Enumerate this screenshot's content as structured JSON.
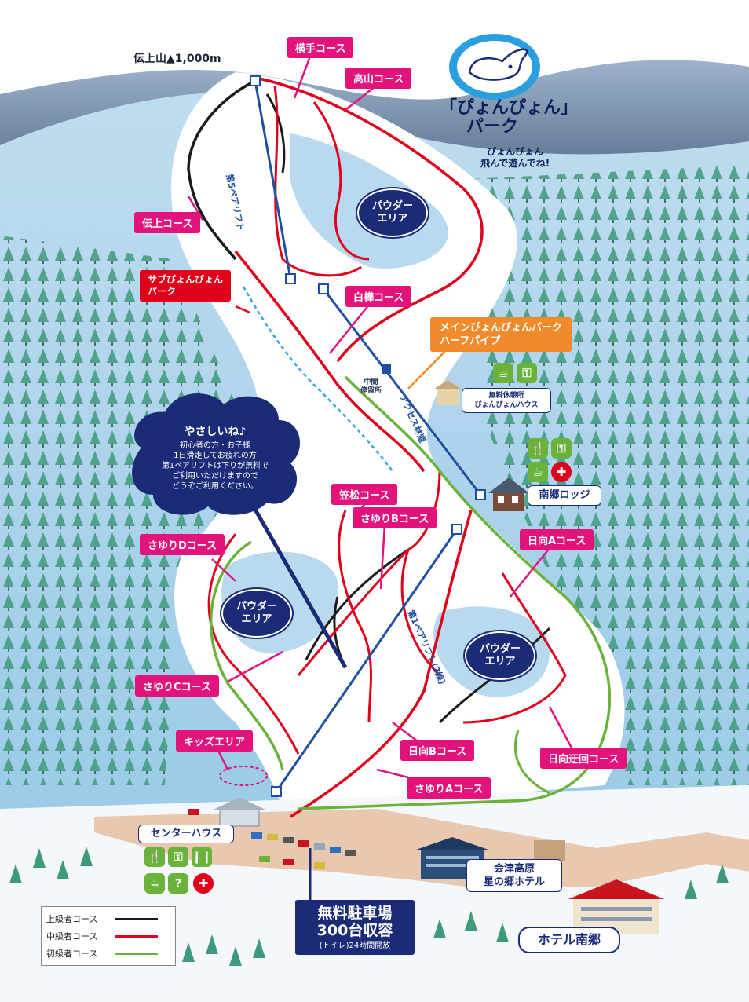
{
  "peak_label": "伝上山▲1,000m",
  "courses": {
    "yokote": "横手コース",
    "takayama": "高山コース",
    "denjo": "伝上コース",
    "shirakaba": "白樺コース",
    "kasamatsu": "笠松コース",
    "sayuri_b": "さゆりBコース",
    "sayuri_d": "さゆりDコース",
    "hinata_a": "日向Aコース",
    "sayuri_c": "さゆりCコース",
    "kids": "キッズエリア",
    "hinata_b": "日向Bコース",
    "hinata_ukai": "日向迂回コース",
    "sayuri_a": "さゆりAコース"
  },
  "sub_park": {
    "line1": "サブぴょんぴょん",
    "line2": "パーク"
  },
  "main_park": {
    "line1": "メインぴょんぴょんパーク",
    "line2": "ハーフパイプ"
  },
  "park": {
    "title_line1": "「ぴょんぴょん」",
    "title_line2": "パーク",
    "sub_line1": "ぴょんぴょん",
    "sub_line2": "飛んで遊んでね!"
  },
  "powder_area": {
    "line1": "パウダー",
    "line2": "エリア"
  },
  "lifts": {
    "lift5": "第5ペアリフト",
    "lift1": "第1ペアリフト(2線)",
    "traverse": "アクセス林道",
    "middle_stop_line1": "中間",
    "middle_stop_line2": "停留所"
  },
  "facilities": {
    "rest_house_line1": "無料休憩所",
    "rest_house_line2": "ぴょんぴょんハウス",
    "lodge": "南郷ロッジ",
    "center_house": "センターハウス",
    "hotel_aizu_line1": "会津高原",
    "hotel_aizu_line2": "星の郷ホテル",
    "hotel_nango": "ホテル南郷"
  },
  "notice": {
    "title": "やさしいね♪",
    "line1": "初心者の方・お子様",
    "line2": "1日滑走してお疲れの方",
    "line3": "第1ペアリフトは下りが無料で",
    "line4": "ご利用いただけますので",
    "line5": "どうぞご利用ください。"
  },
  "legend": {
    "advanced": "上級者コース",
    "intermediate": "中級者コース",
    "beginner": "初級者コース"
  },
  "parking": {
    "line1": "無料駐車場",
    "line2": "300台収容",
    "line3": "(トイレ)24時間開放"
  },
  "colors": {
    "advanced": "#1a1a1a",
    "intermediate": "#e1001c",
    "beginner": "#6ab23a",
    "label_pink": "#e2137a",
    "navy": "#1b2b78",
    "lift": "#1e4fa0"
  },
  "icons": [
    "restaurant-icon",
    "ski-rental-icon",
    "locker-icon",
    "first-aid-icon",
    "info-icon",
    "toilet-icon"
  ]
}
